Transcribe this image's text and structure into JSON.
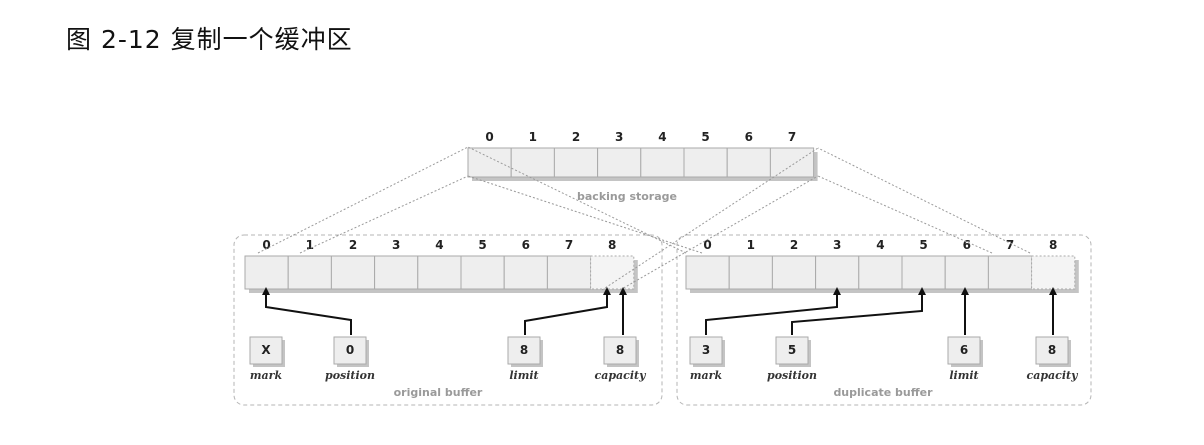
{
  "caption": "图 2-12 复制一个缓冲区",
  "diagram": {
    "backing_storage": {
      "label": "backing storage",
      "indices": [
        "0",
        "1",
        "2",
        "3",
        "4",
        "5",
        "6",
        "7"
      ]
    },
    "original_buffer": {
      "label": "original buffer",
      "indices": [
        "0",
        "1",
        "2",
        "3",
        "4",
        "5",
        "6",
        "7",
        "8"
      ],
      "markers": [
        {
          "label": "mark",
          "value": "X"
        },
        {
          "label": "position",
          "value": "0"
        },
        {
          "label": "limit",
          "value": "8"
        },
        {
          "label": "capacity",
          "value": "8"
        }
      ]
    },
    "duplicate_buffer": {
      "label": "duplicate buffer",
      "indices": [
        "0",
        "1",
        "2",
        "3",
        "4",
        "5",
        "6",
        "7",
        "8"
      ],
      "markers": [
        {
          "label": "mark",
          "value": "3"
        },
        {
          "label": "position",
          "value": "5"
        },
        {
          "label": "limit",
          "value": "6"
        },
        {
          "label": "capacity",
          "value": "8"
        }
      ]
    }
  },
  "colors": {
    "cell_fill": "#eeeeee",
    "cell_border": "#aaaaaa",
    "shadow": "#c4c4c4",
    "dashed": "#9a9a9a",
    "arrow": "#111111"
  }
}
